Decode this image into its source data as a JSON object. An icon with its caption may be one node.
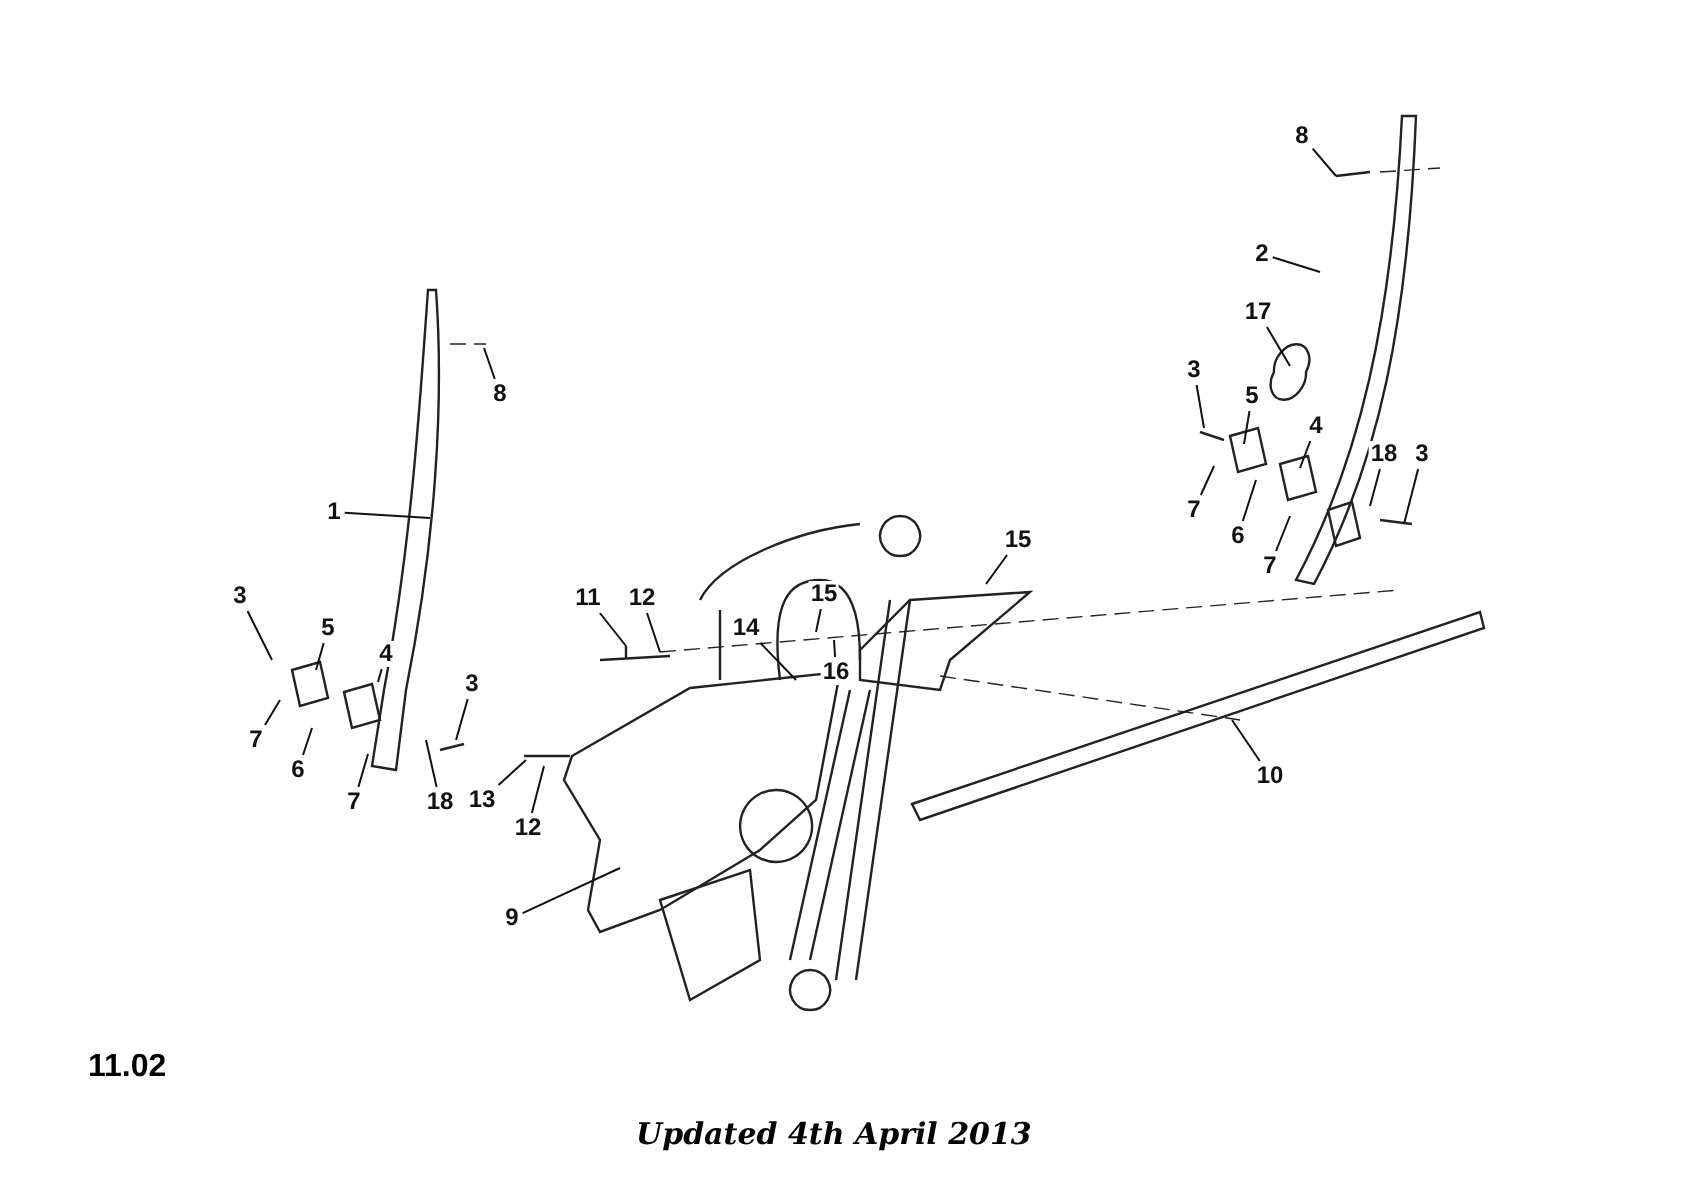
{
  "diagram": {
    "nodes": [
      {
        "text": [
          "8"
        ]
      },
      {
        "text": [
          "2"
        ]
      },
      {
        "text": [
          "17"
        ]
      },
      {
        "text": [
          "8"
        ]
      },
      {
        "text": [
          "3"
        ]
      },
      {
        "text": [
          "5"
        ]
      },
      {
        "text": [
          "4"
        ]
      },
      {
        "text": [
          "18"
        ]
      },
      {
        "text": [
          "3"
        ]
      },
      {
        "text": [
          "7"
        ]
      },
      {
        "text": [
          "6"
        ]
      },
      {
        "text": [
          "7"
        ]
      },
      {
        "text": [
          "1"
        ]
      },
      {
        "text": [
          "15"
        ]
      },
      {
        "text": [
          "3"
        ]
      },
      {
        "text": [
          "11"
        ]
      },
      {
        "text": [
          "12"
        ]
      },
      {
        "text": [
          "5"
        ]
      },
      {
        "text": [
          "14"
        ]
      },
      {
        "text": [
          "15"
        ]
      },
      {
        "text": [
          "16"
        ]
      },
      {
        "text": [
          "4"
        ]
      },
      {
        "text": [
          "3"
        ]
      },
      {
        "text": [
          "13"
        ]
      },
      {
        "text": [
          "7"
        ]
      },
      {
        "text": [
          "6"
        ]
      },
      {
        "text": [
          "7"
        ]
      },
      {
        "text": [
          "18"
        ]
      },
      {
        "text": [
          "12"
        ]
      },
      {
        "text": [
          "10"
        ]
      },
      {
        "text": [
          "9"
        ]
      }
    ],
    "edges": [
      {
        "from": 0,
        "to": null,
        "arrow": "none"
      },
      {
        "from": 1,
        "to": null,
        "arrow": "none"
      },
      {
        "from": 2,
        "to": null,
        "arrow": "none"
      },
      {
        "from": 3,
        "to": null,
        "arrow": "none"
      },
      {
        "from": 4,
        "to": null,
        "arrow": "none"
      },
      {
        "from": 5,
        "to": null,
        "arrow": "none"
      },
      {
        "from": 6,
        "to": null,
        "arrow": "none"
      },
      {
        "from": 7,
        "to": null,
        "arrow": "none"
      },
      {
        "from": 8,
        "to": null,
        "arrow": "none"
      },
      {
        "from": 9,
        "to": null,
        "arrow": "none"
      },
      {
        "from": 10,
        "to": null,
        "arrow": "none"
      },
      {
        "from": 11,
        "to": null,
        "arrow": "none"
      },
      {
        "from": 12,
        "to": null,
        "arrow": "none"
      },
      {
        "from": 13,
        "to": null,
        "arrow": "none"
      },
      {
        "from": 14,
        "to": null,
        "arrow": "none"
      },
      {
        "from": 15,
        "to": null,
        "arrow": "none"
      },
      {
        "from": 16,
        "to": null,
        "arrow": "none"
      },
      {
        "from": 17,
        "to": null,
        "arrow": "none"
      },
      {
        "from": 18,
        "to": null,
        "arrow": "none"
      },
      {
        "from": 19,
        "to": null,
        "arrow": "none"
      },
      {
        "from": 20,
        "to": null,
        "arrow": "none"
      },
      {
        "from": 21,
        "to": null,
        "arrow": "none"
      },
      {
        "from": 22,
        "to": null,
        "arrow": "none"
      },
      {
        "from": 23,
        "to": null,
        "arrow": "none"
      },
      {
        "from": 24,
        "to": null,
        "arrow": "none"
      },
      {
        "from": 25,
        "to": null,
        "arrow": "none"
      },
      {
        "from": 26,
        "to": null,
        "arrow": "none"
      },
      {
        "from": 27,
        "to": null,
        "arrow": "none"
      },
      {
        "from": 28,
        "to": null,
        "arrow": "none"
      },
      {
        "from": 29,
        "to": null,
        "arrow": "none"
      },
      {
        "from": 30,
        "to": null,
        "arrow": "none"
      }
    ],
    "labels": [
      "11.02",
      "Updated 4th April 2013"
    ]
  }
}
